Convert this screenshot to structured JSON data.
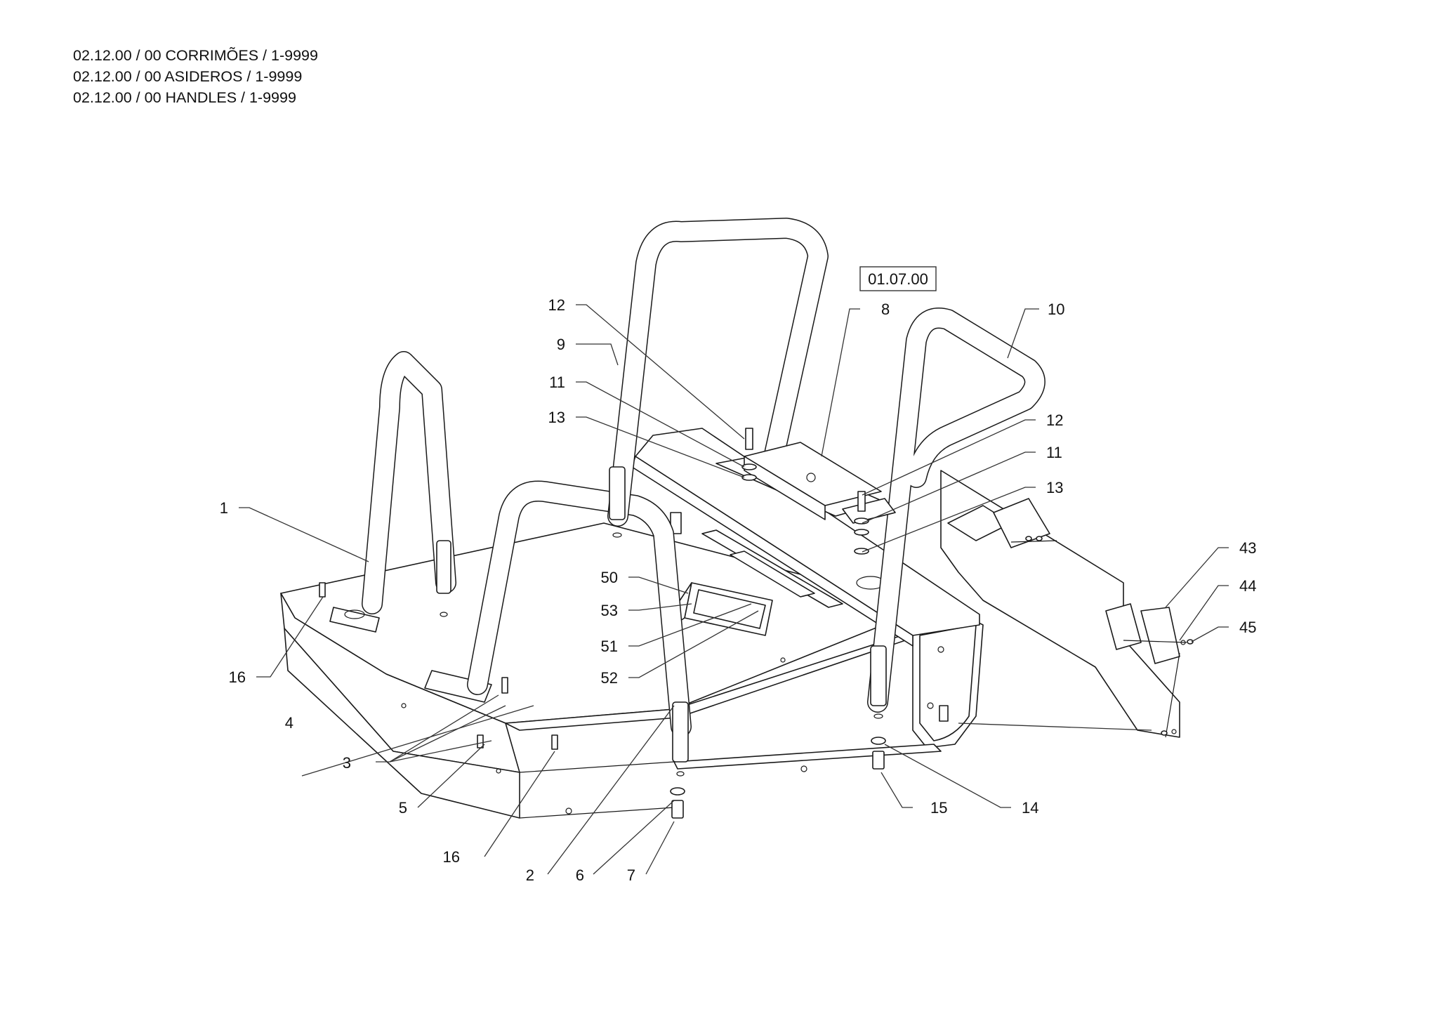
{
  "header": {
    "lines": [
      "02.12.00 / 00 CORRIMÕES / 1-9999",
      "02.12.00 / 00 ASIDEROS / 1-9999",
      "02.12.00 / 00 HANDLES / 1-9999"
    ]
  },
  "reference_box": {
    "label": "01.07.00"
  },
  "callouts": {
    "c1": "1",
    "c2": "2",
    "c3": "3",
    "c4": "4",
    "c5": "5",
    "c6": "6",
    "c7": "7",
    "c8": "8",
    "c9": "9",
    "c10": "10",
    "c11a": "11",
    "c11b": "11",
    "c12a": "12",
    "c12b": "12",
    "c13a": "13",
    "c13b": "13",
    "c14": "14",
    "c15": "15",
    "c16a": "16",
    "c16b": "16",
    "c43": "43",
    "c44": "44",
    "c45": "45",
    "c50": "50",
    "c51": "51",
    "c52": "52",
    "c53": "53"
  }
}
